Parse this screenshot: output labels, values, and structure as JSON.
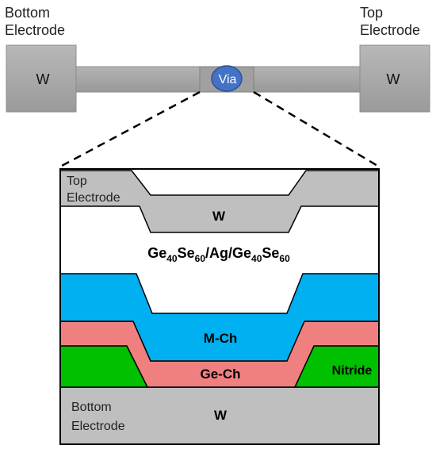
{
  "top_view": {
    "left_pad_label": "Bottom Electrode",
    "left_pad_label_line1": "Bottom",
    "left_pad_label_line2": "Electrode",
    "left_pad_metal": "W",
    "right_pad_label_line1": "Top",
    "right_pad_label_line2": "Electrode",
    "right_pad_metal": "W",
    "via_label": "Via"
  },
  "cross_section": {
    "top_electrode_line1": "Top",
    "top_electrode_line2": "Electrode",
    "top_metal": "W",
    "switching_layer": {
      "part1": "Ge",
      "sub1": "40",
      "part2": "Se",
      "sub2": "60",
      "part3": "/Ag/Ge",
      "sub3": "40",
      "part4": "Se",
      "sub4": "60"
    },
    "m_ch_label": "M-Ch",
    "ge_ch_label": "Ge-Ch",
    "nitride_label": "Nitride",
    "bottom_electrode_line1": "Bottom",
    "bottom_electrode_line2": "Electrode",
    "bottom_metal": "W"
  },
  "colors": {
    "pad_gray": "#a6a6a6",
    "layer_gray": "#bfbfbf",
    "blue": "#00b0f0",
    "pink": "#f08080",
    "green": "#00c000",
    "via": "#4472c4"
  }
}
